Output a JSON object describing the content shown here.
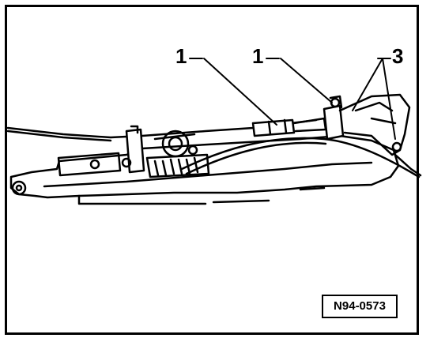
{
  "callouts": {
    "label_1a": "1",
    "label_1b": "1",
    "label_3": "3"
  },
  "figure_ref": "N94-0573",
  "colors": {
    "ink": "#000000",
    "paper": "#ffffff"
  }
}
